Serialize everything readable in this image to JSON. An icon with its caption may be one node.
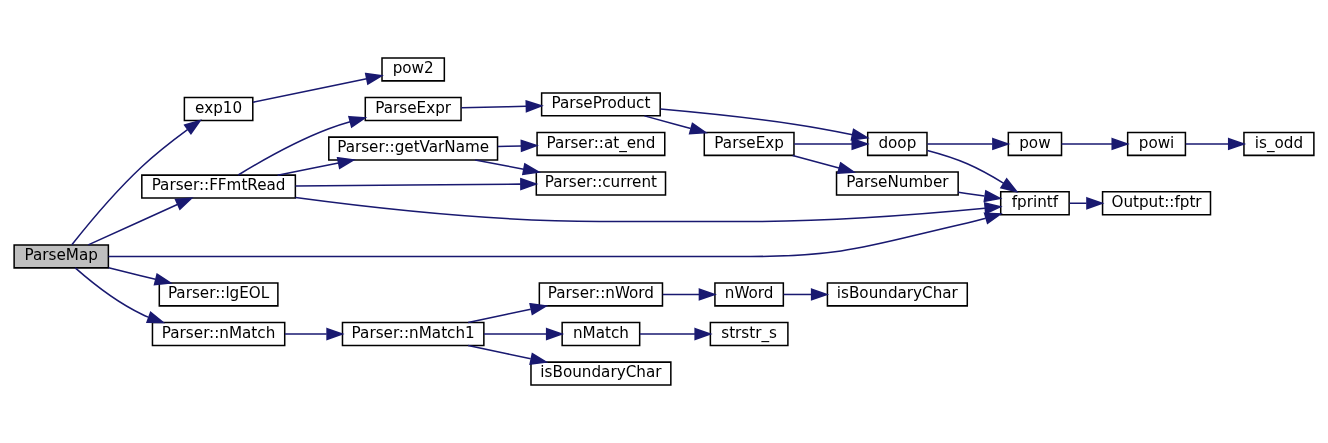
{
  "diagram": {
    "nodes": [
      {
        "text": [
          "ParseMap"
        ]
      },
      {
        "text": [
          "exp10"
        ]
      },
      {
        "text": [
          "pow2"
        ]
      },
      {
        "text": [
          "Parser::FFmtRead"
        ]
      },
      {
        "text": [
          "ParseExpr"
        ]
      },
      {
        "text": [
          "ParseProduct"
        ]
      },
      {
        "text": [
          "Parser::getVarName"
        ]
      },
      {
        "text": [
          "Parser::at_end"
        ]
      },
      {
        "text": [
          "Parser::current"
        ]
      },
      {
        "text": [
          "ParseExp"
        ]
      },
      {
        "text": [
          "doop"
        ]
      },
      {
        "text": [
          "ParseNumber"
        ]
      },
      {
        "text": [
          "pow"
        ]
      },
      {
        "text": [
          "powi"
        ]
      },
      {
        "text": [
          "is_odd"
        ]
      },
      {
        "text": [
          "fprintf"
        ]
      },
      {
        "text": [
          "Output::fptr"
        ]
      },
      {
        "text": [
          "Parser::lgEOL"
        ]
      },
      {
        "text": [
          "Parser::nMatch"
        ]
      },
      {
        "text": [
          "Parser::nMatch1"
        ]
      },
      {
        "text": [
          "Parser::nWord"
        ]
      },
      {
        "text": [
          "nWord"
        ]
      },
      {
        "text": [
          "isBoundaryChar"
        ]
      },
      {
        "text": [
          "nMatch"
        ]
      },
      {
        "text": [
          "strstr_s"
        ]
      },
      {
        "text": [
          "isBoundaryChar"
        ]
      }
    ],
    "edges": [
      {
        "from": 0,
        "to": 1,
        "arrow": "to"
      },
      {
        "from": 1,
        "to": 2,
        "arrow": "to"
      },
      {
        "from": 0,
        "to": 3,
        "arrow": "to"
      },
      {
        "from": 3,
        "to": 4,
        "arrow": "to"
      },
      {
        "from": 4,
        "to": 5,
        "arrow": "to"
      },
      {
        "from": 5,
        "to": 10,
        "arrow": "to"
      },
      {
        "from": 5,
        "to": 9,
        "arrow": "to"
      },
      {
        "from": 9,
        "to": 10,
        "arrow": "to"
      },
      {
        "from": 9,
        "to": 11,
        "arrow": "to"
      },
      {
        "from": 10,
        "to": 12,
        "arrow": "to"
      },
      {
        "from": 12,
        "to": 13,
        "arrow": "to"
      },
      {
        "from": 13,
        "to": 14,
        "arrow": "to"
      },
      {
        "from": 10,
        "to": 15,
        "arrow": "to"
      },
      {
        "from": 11,
        "to": 15,
        "arrow": "to"
      },
      {
        "from": 15,
        "to": 16,
        "arrow": "to"
      },
      {
        "from": 3,
        "to": 6,
        "arrow": "to"
      },
      {
        "from": 6,
        "to": 7,
        "arrow": "to"
      },
      {
        "from": 6,
        "to": 8,
        "arrow": "to"
      },
      {
        "from": 3,
        "to": 8,
        "arrow": "to"
      },
      {
        "from": 3,
        "to": 15,
        "arrow": "to"
      },
      {
        "from": 0,
        "to": 15,
        "arrow": "to"
      },
      {
        "from": 0,
        "to": 17,
        "arrow": "to"
      },
      {
        "from": 0,
        "to": 18,
        "arrow": "to"
      },
      {
        "from": 18,
        "to": 19,
        "arrow": "to"
      },
      {
        "from": 19,
        "to": 20,
        "arrow": "to"
      },
      {
        "from": 20,
        "to": 21,
        "arrow": "to"
      },
      {
        "from": 21,
        "to": 22,
        "arrow": "to"
      },
      {
        "from": 19,
        "to": 23,
        "arrow": "to"
      },
      {
        "from": 23,
        "to": 24,
        "arrow": "to"
      },
      {
        "from": 19,
        "to": 25,
        "arrow": "to"
      }
    ]
  }
}
